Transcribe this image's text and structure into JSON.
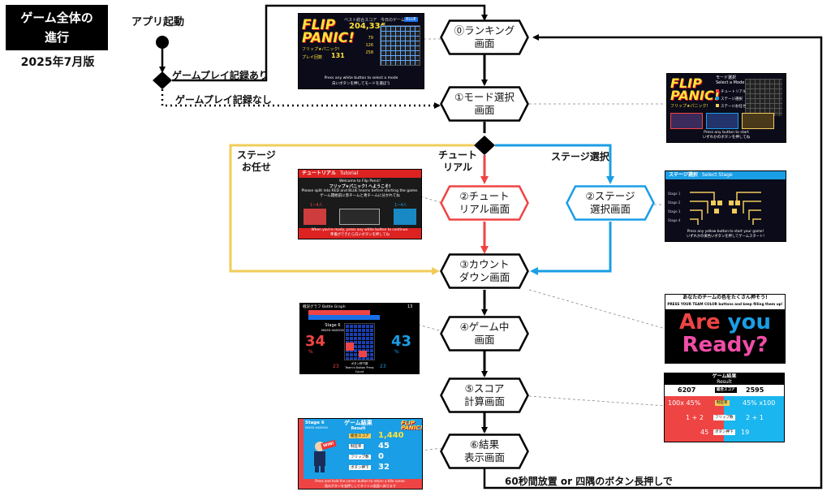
{
  "title": {
    "line1": "ゲーム全体の",
    "line2": "進行",
    "version": "2025年7月版"
  },
  "labels": {
    "app_start": "アプリ起動",
    "has_record": "ゲームプレイ記録あり",
    "no_record": "ゲームプレイ記録なし",
    "stage_auto_1": "ステージ",
    "stage_auto_2": "お任せ",
    "tutorial_1": "チュート",
    "tutorial_2": "リアル",
    "stage_select": "ステージ選択",
    "return": "60秒間放置 or 四隅のボタン長押しで"
  },
  "nodes": {
    "ranking": {
      "line1": "⓪ランキング",
      "line2": "画面"
    },
    "mode": {
      "line1": "①モード選択",
      "line2": "画面"
    },
    "tutorial": {
      "line1": "②チュート",
      "line2": "リアル画面"
    },
    "stage": {
      "line1": "②ステージ",
      "line2": "選択画面"
    },
    "countdown": {
      "line1": "③カウント",
      "line2": "ダウン画面"
    },
    "game": {
      "line1": "④ゲーム中",
      "line2": "画面"
    },
    "score": {
      "line1": "⑤スコア",
      "line2": "計算画面"
    },
    "result": {
      "line1": "⑥結果",
      "line2": "表示画面"
    }
  },
  "thumbs": {
    "ranking": {
      "logo1": "FLIP",
      "logo2": "PANIC!",
      "logo_sub": "フリップ★パニック!",
      "best_label": "ベスト総合スコア",
      "best_value": "204,336",
      "today_label": "今日のゲーム",
      "team": "BLUE",
      "play_count_label": "プレイ回数",
      "play_count": "131",
      "v1": "79",
      "v2": "126",
      "v3": "258",
      "footer1": "Press any white button to select a mode",
      "footer2": "白いボタンを押してモードを選ぼう"
    },
    "mode": {
      "logo1": "FLIP",
      "logo2": "PANIC!",
      "logo_sub": "フリップ★パニック!",
      "select": "モード選択",
      "select_en": "Select a Mode",
      "tutorial": "チュートリアル",
      "stage_select": "ステージ選択",
      "auto": "ステージお任せ",
      "footer1": "Press any button to start",
      "footer2": "いずれかのボタンを押してね"
    },
    "tutorial": {
      "header": "チュートリアル",
      "header_en": "Tutorial",
      "welcome_en": "Welcome to Flip Panic!",
      "welcome_jp": "フリップ★パニック! へようこそ!",
      "split_en": "Please split into RED and BLUE teams before starting the game.",
      "split_jp": "ゲーム開始前に赤チームと青チームに分かれてね",
      "red_label": "1~4人",
      "blue_label": "1~4人",
      "footer1": "When you're ready, press any white button to continue.",
      "footer2": "準備ができたら白いボタンを押してね"
    },
    "stage": {
      "header": "ステージ選択",
      "header_en": "Select Stage",
      "stage1": "Stage 1",
      "stage2": "Stage 2",
      "stage3": "Stage 3",
      "stage4": "Stage 4",
      "footer1": "Press any yellow button to start your game!",
      "footer2": "いずれかの黄色いボタンを押してゲームスタート!"
    },
    "countdown": {
      "top_jp": "あなたのチームの色をたくさん押そう!",
      "top_en": "PRESS YOUR TEAM COLOR buttons and keep filling them up!",
      "are": "Are",
      "you": "you",
      "ready": "Ready?"
    },
    "game": {
      "header": "戦況グラフ",
      "header_en": "Battle Graph",
      "timer": "13",
      "stage": "Stage 6",
      "stage_sub": "MIXED HADSON",
      "red_pct": "34",
      "blue_pct": "43",
      "pct_sign": "%",
      "red_press": "23",
      "blue_press": "23",
      "press_label": "ボタン押下数",
      "press_label_en": "Team's Button Press Count"
    },
    "score": {
      "header": "ゲーム結果",
      "header_en": "Result",
      "red_total": "6207",
      "blue_total": "2595",
      "total_label": "総合スコア",
      "red_color": "100x 45%",
      "blue_color": "45% x100",
      "color_label": "制圧率",
      "red_flip": "1 + 2",
      "blue_flip": "2 + 1",
      "flip_label": "フリップ数",
      "red_press": "45",
      "blue_press": "19",
      "press_label": "ボタン押下"
    },
    "result": {
      "stage": "Stage 6",
      "stage_sub": "MIXED HADSON",
      "header": "ゲーム結果",
      "header_en": "Result",
      "logo1": "FLIP",
      "logo2": "PANIC!",
      "total_label": "総合スコア",
      "total": "1,440",
      "color_label": "制圧率",
      "color": "45",
      "flip_label": "フリップ数",
      "flip": "0",
      "press_label": "ボタン押下",
      "press": "32",
      "win": "WIN!",
      "footer1": "Press and hold the corner button to return a title scene.",
      "footer2": "角のボタンを長押ししてタイトル画面へ戻ります"
    }
  },
  "colors": {
    "red": "#ef4444",
    "blue": "#1a9ee5",
    "yellow": "#f2cc5a",
    "black": "#000000"
  }
}
